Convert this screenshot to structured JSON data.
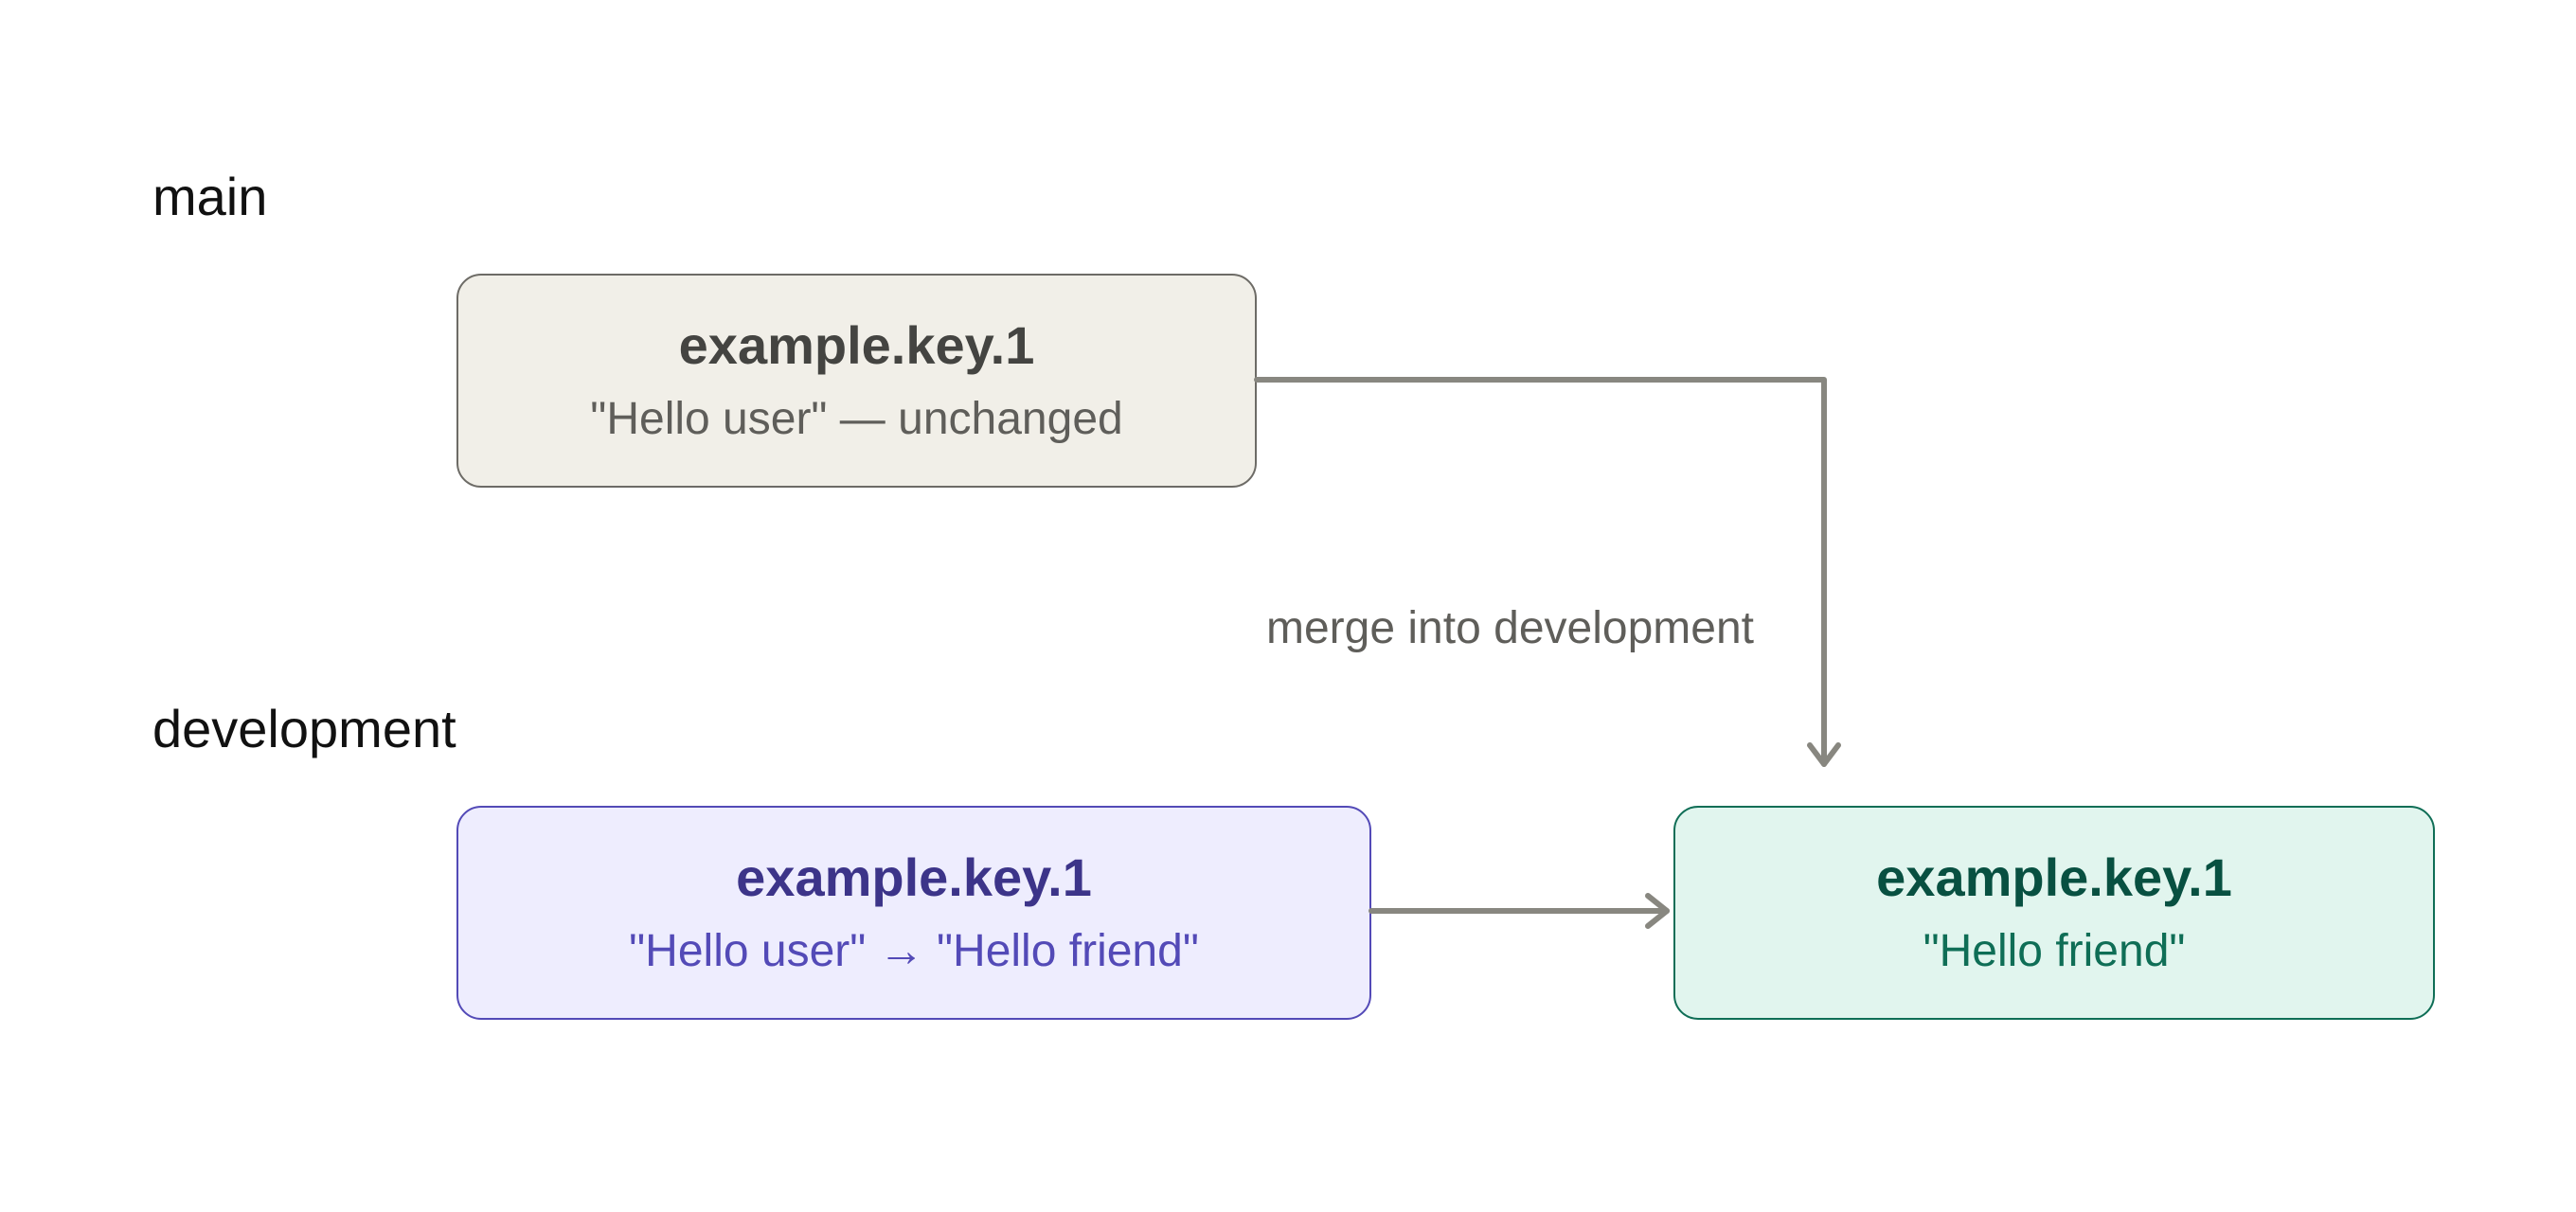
{
  "lanes": {
    "main": "main",
    "development": "development"
  },
  "nodes": {
    "main_key": {
      "title": "example.key.1",
      "subtitle": "\"Hello user\" — unchanged"
    },
    "dev_key": {
      "title": "example.key.1",
      "subtitle": "\"Hello user\" → \"Hello friend\""
    },
    "result_key": {
      "title": "example.key.1",
      "subtitle": "\"Hello friend\""
    }
  },
  "edges": {
    "merge_label": "merge into development"
  },
  "colors": {
    "main_fill": "#f1efe8",
    "dev_fill": "#eeedfe",
    "result_fill": "#e1f5ee",
    "connector": "#888780"
  }
}
